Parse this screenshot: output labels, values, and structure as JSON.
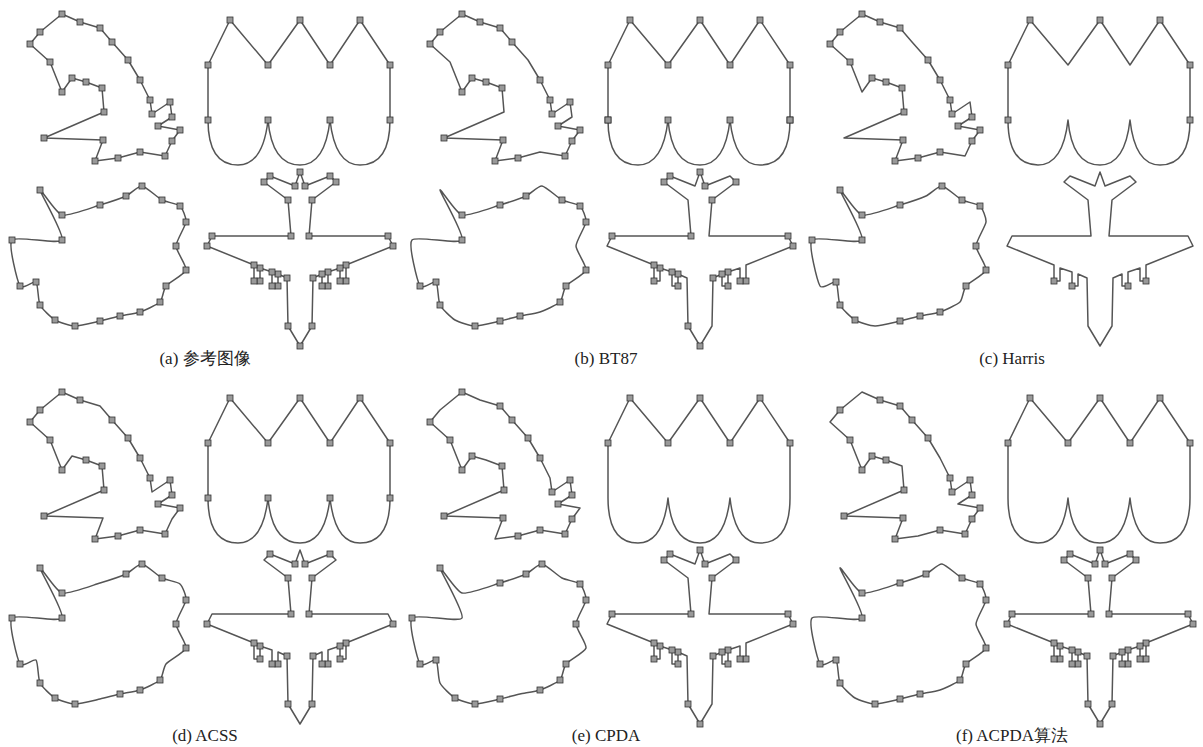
{
  "diagram": {
    "labels": [
      "(a) 参考图像",
      "(b) BT87",
      "(c) Harris",
      "(d) ACSS",
      "(e) CPDA",
      "(f) ACPDA算法"
    ]
  }
}
